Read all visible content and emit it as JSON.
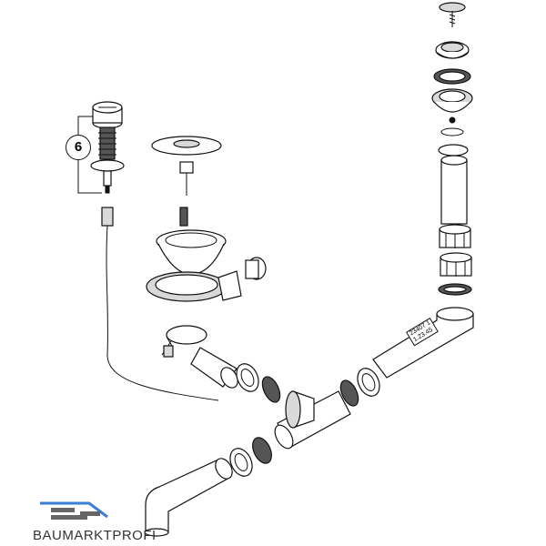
{
  "diagram": {
    "callout_number": "6",
    "pipe_label_line1": "23407 1",
    "pipe_label_line2": "1.23.45",
    "logo_text": "BAUMARKTPROFI",
    "colors": {
      "line": "#111111",
      "logo_blue": "#3a7fd5",
      "logo_gray": "#666666"
    }
  }
}
